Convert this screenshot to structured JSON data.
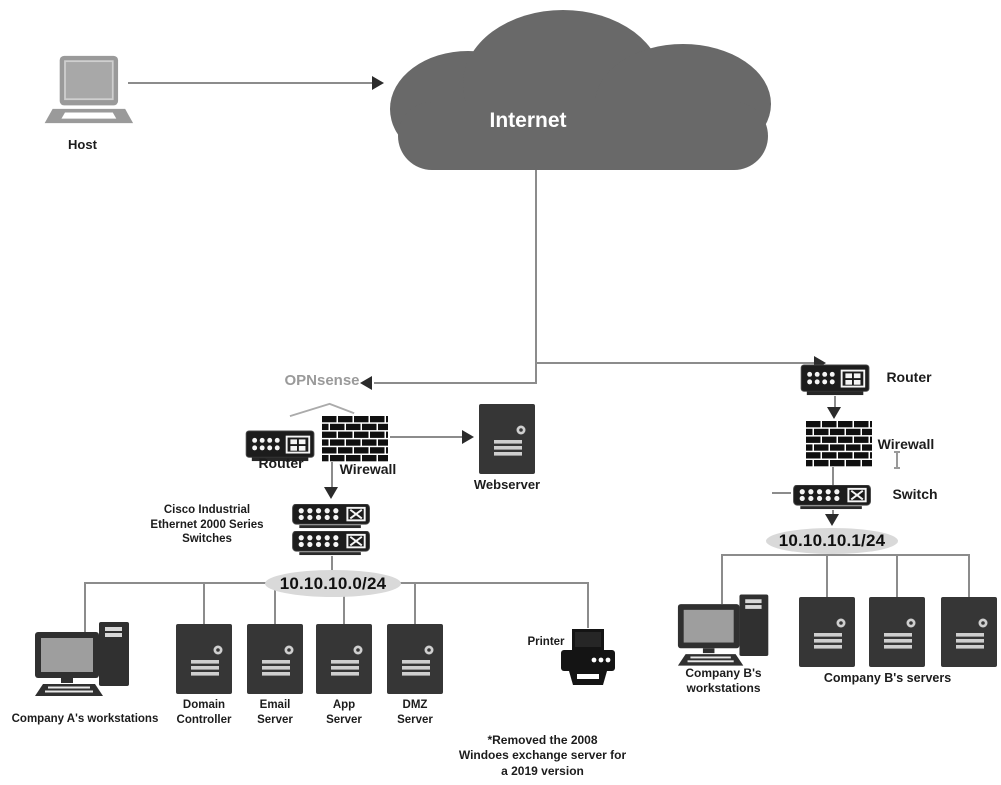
{
  "host": {
    "label": "Host"
  },
  "internet": {
    "label": "Internet"
  },
  "site_a": {
    "opnsense_label": "OPNsense",
    "router_label": "Router",
    "firewall_label": "Wirewall",
    "webserver_label": "Webserver",
    "switches_label": "Cisco Industrial\nEthernet 2000 Series\nSwitches",
    "subnet_label": "10.10.10.0/24",
    "workstations_label": "Company A's workstations",
    "servers": [
      {
        "label": "Domain\nController"
      },
      {
        "label": "Email\nServer"
      },
      {
        "label": "App\nServer"
      },
      {
        "label": "DMZ\nServer"
      }
    ],
    "printer_label": "Printer"
  },
  "site_b": {
    "router_label": "Router",
    "firewall_label": "Wirewall",
    "switch_label": "Switch",
    "subnet_label": "10.10.10.1/24",
    "workstations_label": "Company B's\nworkstations",
    "servers_label": "Company B's servers"
  },
  "note_label": "*Removed the 2008\nWindoes exchange server for\na 2019 version",
  "colors": {
    "device": "#1c1c1c",
    "device_soft": "#363636",
    "cloud": "#696969",
    "host_gray": "#9a9a9a",
    "line": "#8c8c8c",
    "subnet_fill": "#d9d9d9"
  }
}
